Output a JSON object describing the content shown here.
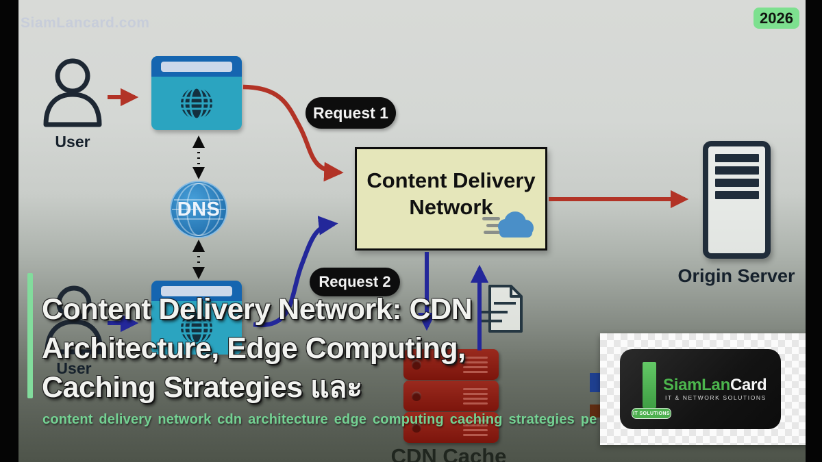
{
  "watermark": "SiamLancard.com",
  "year_badge": "2026",
  "diagram": {
    "user1_label": "User",
    "user2_label": "User",
    "dns_label": "DNS",
    "request1_label": "Request 1",
    "request2_label": "Request 2",
    "cdn_box_line1": "Content Delivery",
    "cdn_box_line2": "Network",
    "origin_label": "Origin Server",
    "cache_label": "CDN Cache"
  },
  "title": {
    "line1": "Content Delivery Network: CDN",
    "line2": "Architecture, Edge Computing,",
    "line3": "Caching Strategies และ"
  },
  "subtitle": "content delivery network cdn architecture edge computing caching strategies pe",
  "logo": {
    "brand_green": "SiamLan",
    "brand_white": "Card",
    "tagline": "IT & NETWORK SOLUTIONS",
    "badge": "IT SOLUTIONS"
  },
  "colors": {
    "accent_green_bar": "#82dc9c",
    "year_badge_green": "#7de08f",
    "arrow_red": "#b23326",
    "arrow_blue": "#23279a",
    "cdn_box_fill": "#e5e6ba",
    "cache_server_red": "#8e1c12",
    "subtitle_green": "#74d293",
    "logo_green": "#4cb54d",
    "browser_body_teal": "#2ba4c0",
    "browser_top_blue": "#1565b0"
  }
}
